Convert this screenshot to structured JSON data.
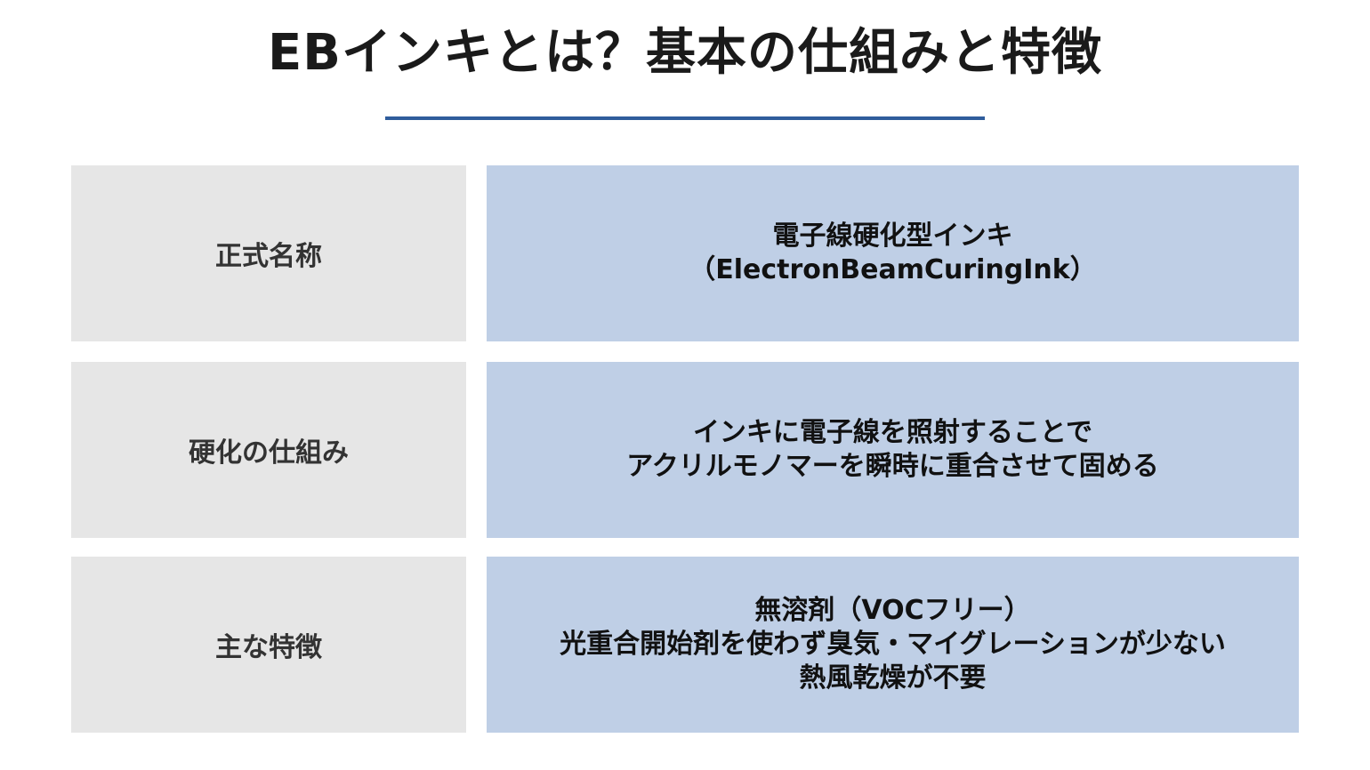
{
  "header": {
    "title": "EBインキとは？基本の仕組みと特徴",
    "accent_color": "#2f5d9c"
  },
  "table": {
    "label_bg": "#e6e6e6",
    "value_bg": "#bfcfe6",
    "rows": [
      {
        "label": "正式名称",
        "lines": [
          "電子線硬化型インキ",
          "（ElectronBeamCuringInk）"
        ]
      },
      {
        "label": "硬化の仕組み",
        "lines": [
          "インキに電子線を照射することで",
          "アクリルモノマーを瞬時に重合させて固める"
        ]
      },
      {
        "label": "主な特徴",
        "lines": [
          "無溶剤（VOCフリー）",
          "光重合開始剤を使わず臭気・マイグレーションが少ない",
          "熱風乾燥が不要"
        ]
      }
    ]
  }
}
